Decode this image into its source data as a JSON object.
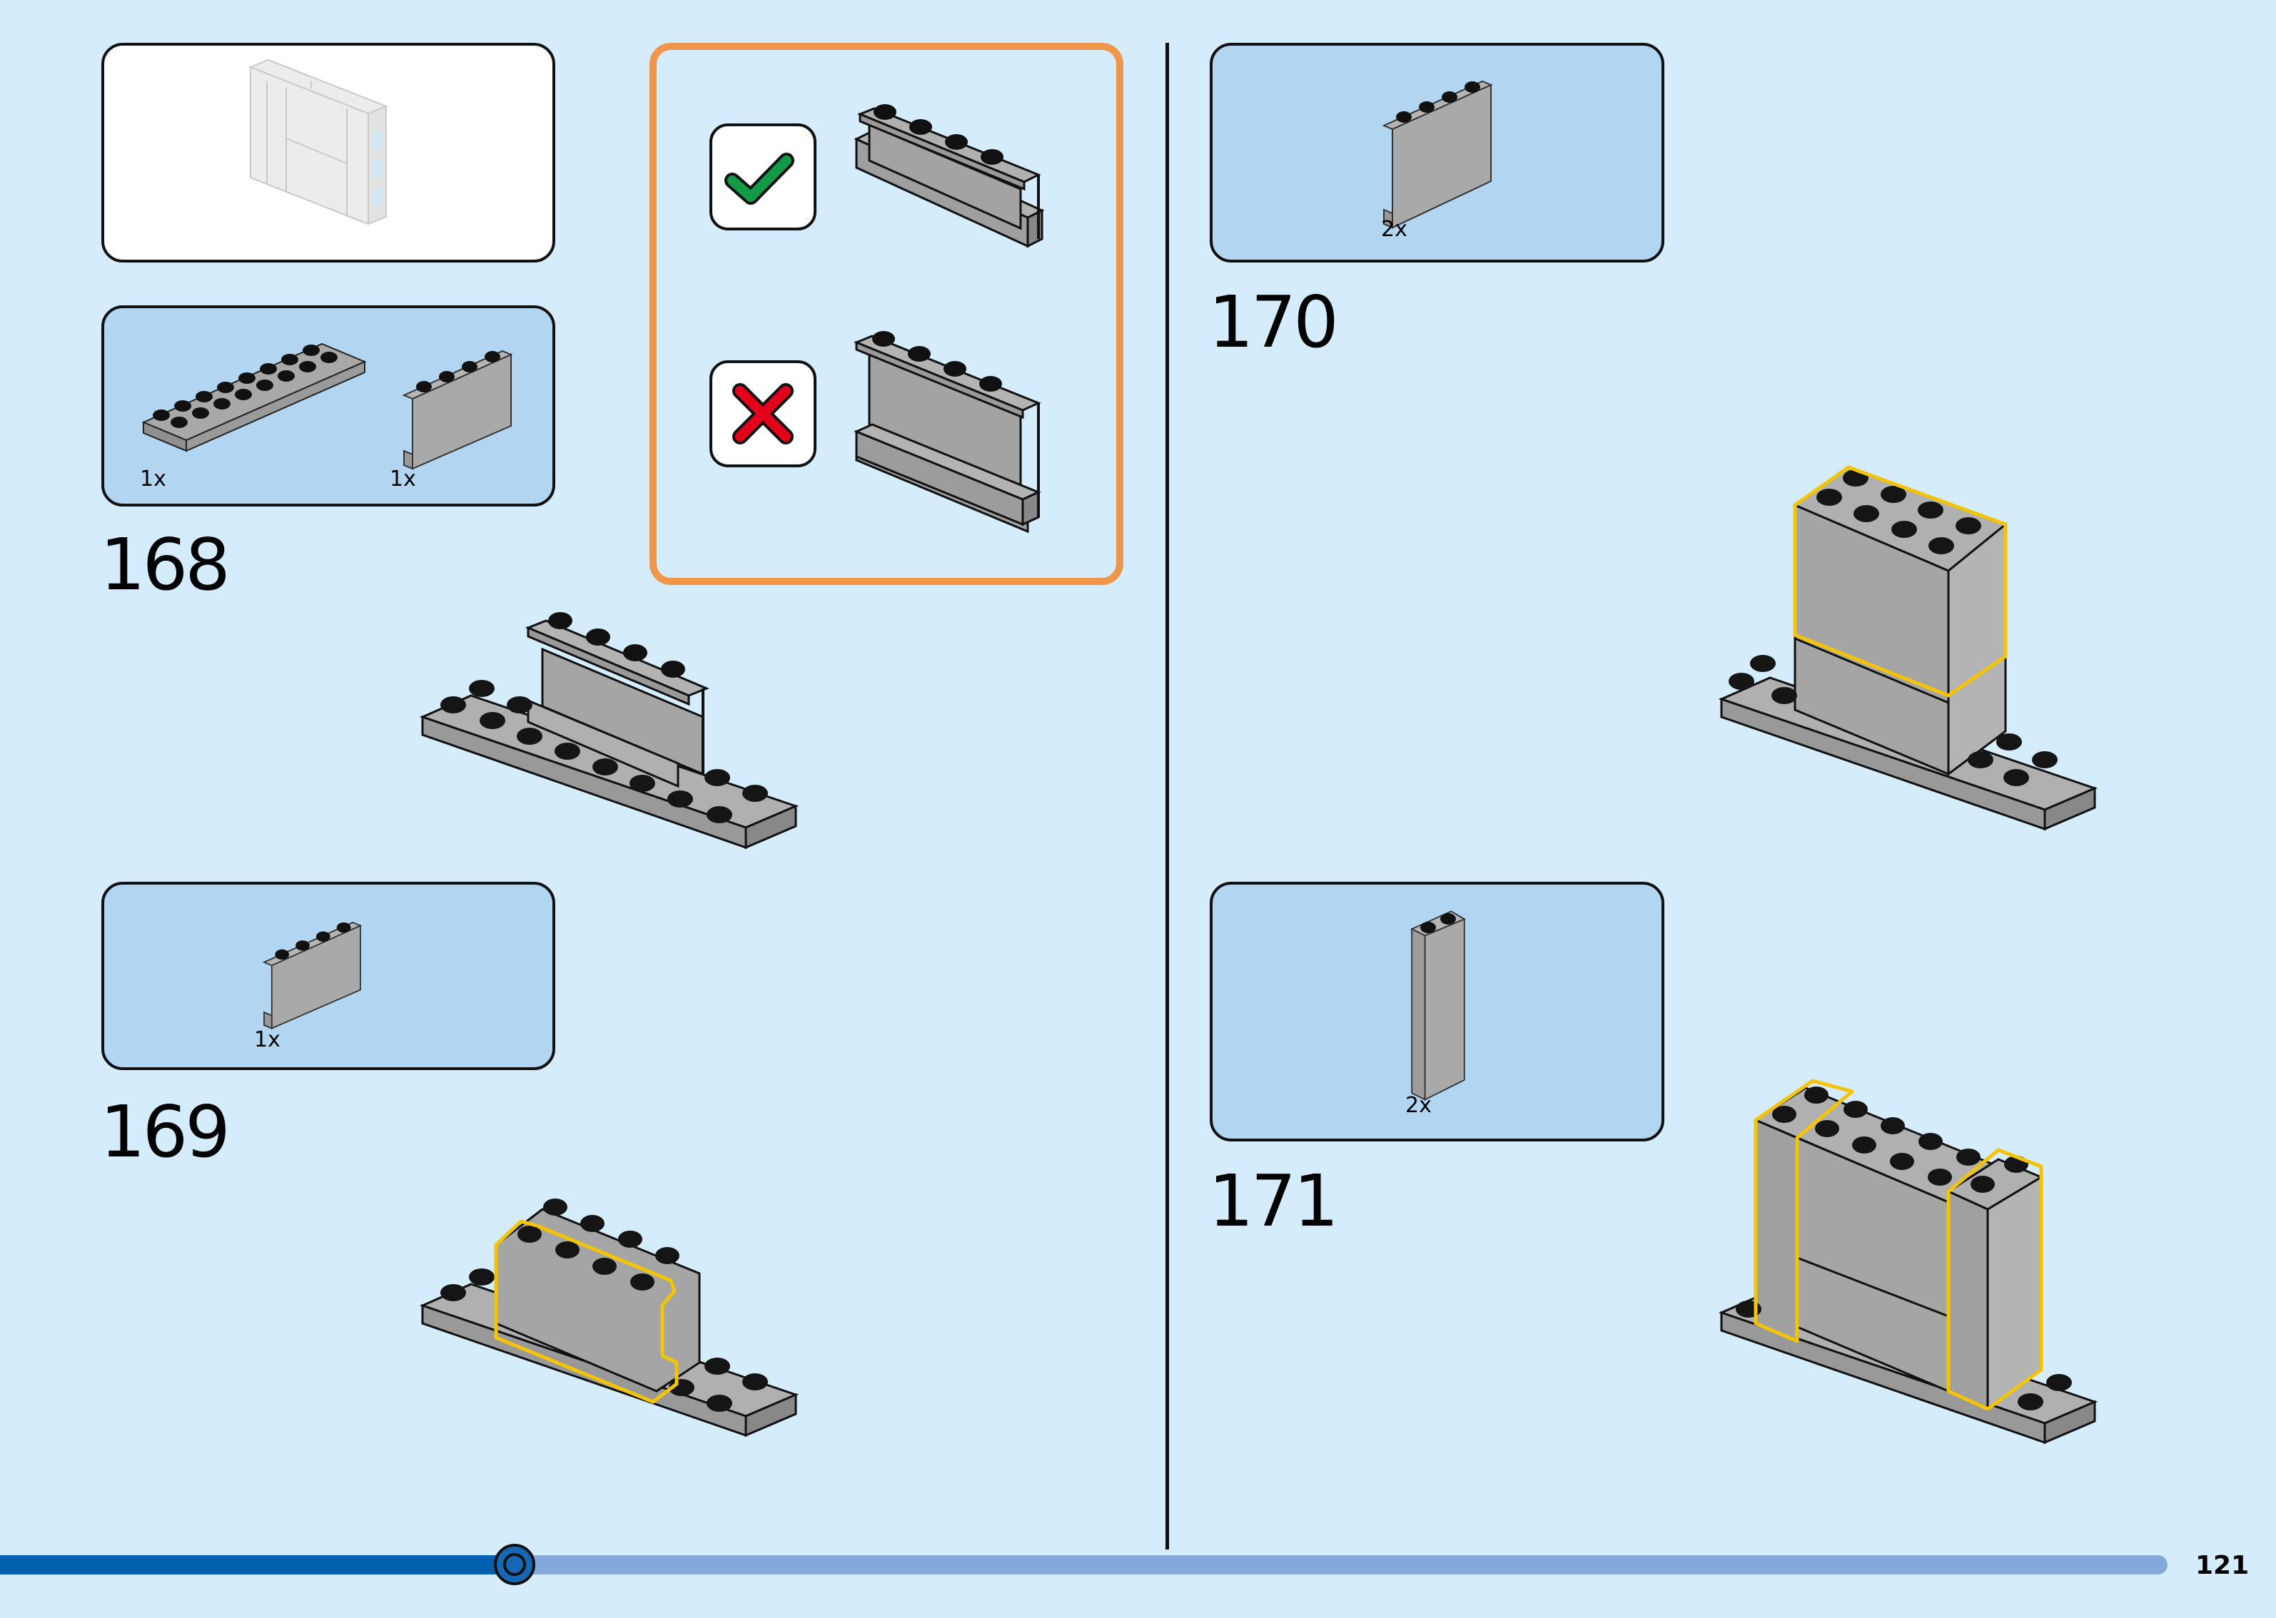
{
  "page": {
    "number": "121",
    "background": "#d4ecfb",
    "progress": {
      "fraction": 0.2375,
      "fill_color": "#0060ae",
      "track_color": "#84a8d9"
    }
  },
  "preview": {
    "description": "Finished sub-assembly preview (faded)"
  },
  "callout": {
    "border_color": "#f0964a",
    "correct": {
      "icon": "check-icon",
      "color": "#129a46"
    },
    "incorrect": {
      "icon": "cross-icon",
      "color": "#e2001a"
    }
  },
  "steps": [
    {
      "number": "168",
      "parts": [
        {
          "qty": "1x",
          "name": "plate-2x8"
        },
        {
          "qty": "1x",
          "name": "panel-1x4x2"
        }
      ]
    },
    {
      "number": "169",
      "parts": [
        {
          "qty": "1x",
          "name": "panel-1x4x2"
        }
      ]
    },
    {
      "number": "170",
      "parts": [
        {
          "qty": "2x",
          "name": "panel-1x4x3"
        }
      ]
    },
    {
      "number": "171",
      "parts": [
        {
          "qty": "2x",
          "name": "brick-1x2x5"
        }
      ]
    }
  ],
  "colors": {
    "highlight": "#f5c400",
    "brick_gray": "#a5a5a5",
    "panel_border": "#111111",
    "parts_panel_bg": "#b2d6f1"
  }
}
